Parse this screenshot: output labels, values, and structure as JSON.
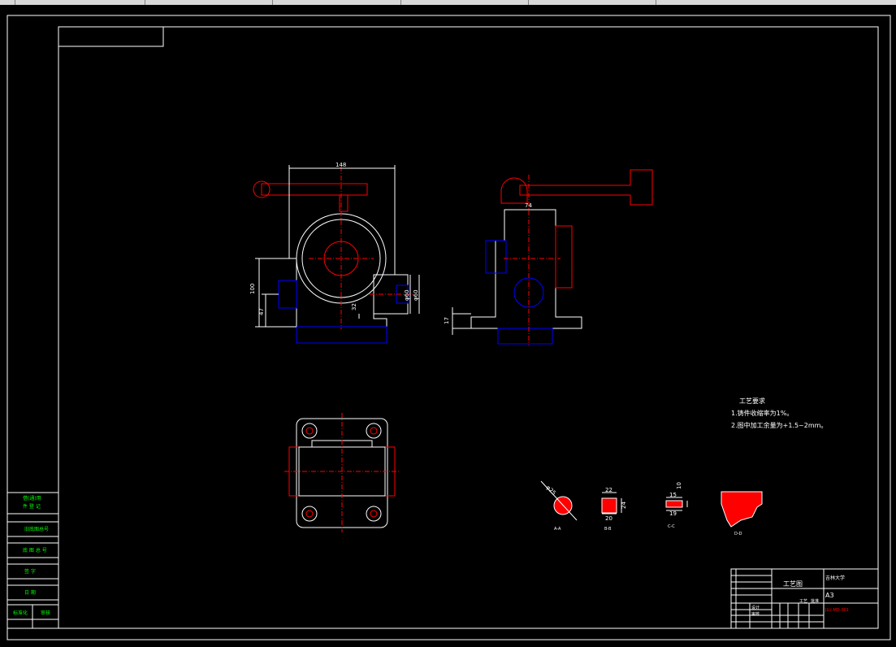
{
  "app": {
    "tabs": [
      "",
      "",
      "",
      "",
      "",
      ""
    ]
  },
  "drawing": {
    "colors": {
      "background": "#000000",
      "outline": "#ffffff",
      "centerline": "#ff0000",
      "hidden": "#0000ff",
      "section_fill": "#ff0000",
      "side_text": "#00ff00"
    },
    "dimensions": {
      "d148": "148",
      "d74": "74",
      "d100": "100",
      "d47": "47",
      "d32": "32",
      "d17": "17",
      "d60a": "φ60",
      "d60b": "φ60",
      "d25": "φ25",
      "d22": "22",
      "d20": "20",
      "d24": "24",
      "d15": "15",
      "d10": "10",
      "d19": "19"
    },
    "section_labels": {
      "s1": "A-A",
      "s2": "B-B",
      "s3": "C-C",
      "s4": "D-D"
    },
    "notes": {
      "heading": "工艺要求",
      "line1": "1.铸件收缩率为1%。",
      "line2": "2.图中加工余量为+1.5~2mm。"
    },
    "side_table": {
      "row1a": "借(通)用",
      "row1b": "件 登 记",
      "row2": "旧底图总号",
      "row3": "底 图 总 号",
      "row4": "签   字",
      "row5": "日   期",
      "row6a": "标准化",
      "row6b": "审核"
    },
    "title_block": {
      "name": "工艺图",
      "school": "吉林大学",
      "size": "A3",
      "drawing_no": "JLU-MD-001",
      "designer_label": "设计",
      "checker_label": "审核",
      "process_label": "工艺",
      "approve_label": "批准"
    }
  }
}
